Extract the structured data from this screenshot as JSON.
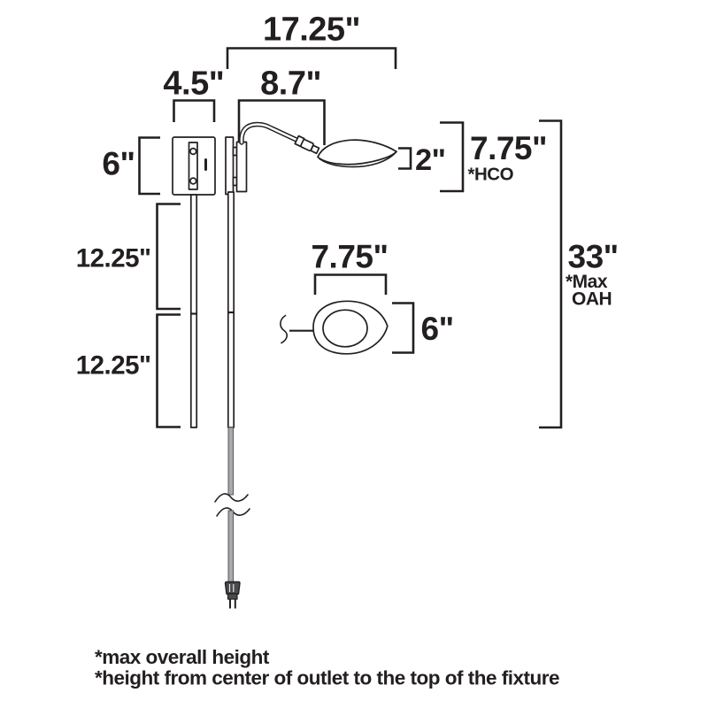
{
  "diagram": {
    "type": "product-dimension-drawing",
    "subject": "swing-arm wall sconce fixture",
    "dims": {
      "overall": "17.25\"",
      "backplate_w": "4.5\"",
      "arm": "8.7\"",
      "backplate_h": "6\"",
      "stem_upper": "12.25\"",
      "stem_lower": "12.25\"",
      "shade_h": "2\"",
      "hco": "7.75\"",
      "hco_note": "*HCO",
      "oah": "33\"",
      "oah_note1": "*Max",
      "oah_note2": "OAH",
      "shade_w": "7.75\"",
      "shade_d": "6\""
    },
    "footnotes": [
      "*max overall height",
      "*height from center of outlet to the top of the fixture"
    ],
    "colors": {
      "line": "#231f20",
      "cord": "#a7a9ac",
      "plug": "#4a4b4d",
      "background": "#ffffff"
    }
  }
}
